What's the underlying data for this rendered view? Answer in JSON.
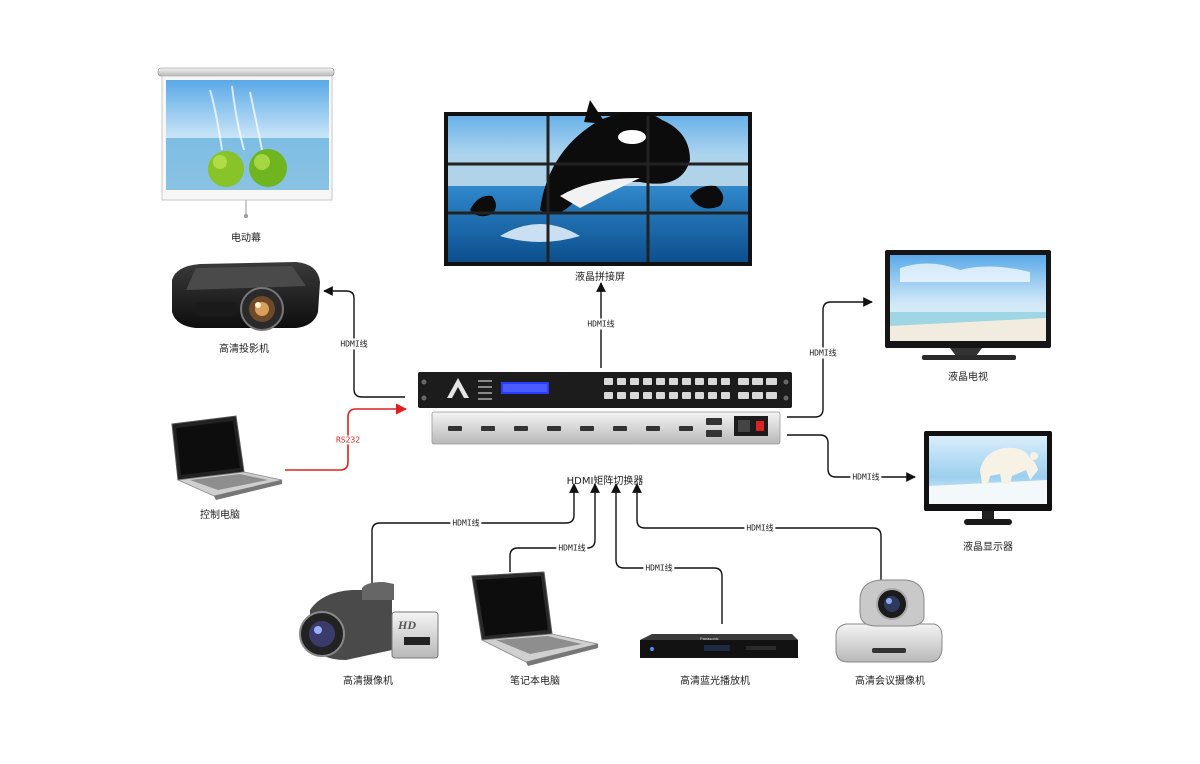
{
  "devices": {
    "screen": "电动幕",
    "projector": "高清投影机",
    "control_pc": "控制电脑",
    "video_wall": "液晶拼接屏",
    "lcd_tv": "液晶电视",
    "lcd_monitor": "液晶显示器",
    "matrix": "HDMI矩阵切换器",
    "camcorder": "高清摄像机",
    "laptop": "笔记本电脑",
    "bluray": "高清蓝光播放机",
    "conf_camera": "高清会议摄像机"
  },
  "cables": {
    "hdmi": "HDMI线",
    "rs232": "RS232"
  },
  "device_marks": {
    "camcorder_hd": "HD",
    "bluray_brand": "Panasonic"
  },
  "colors": {
    "wire": "#111111",
    "rs232_wire": "#e02020",
    "chassis": "#1c1c1c",
    "lcd_display": "#2a3cff"
  }
}
